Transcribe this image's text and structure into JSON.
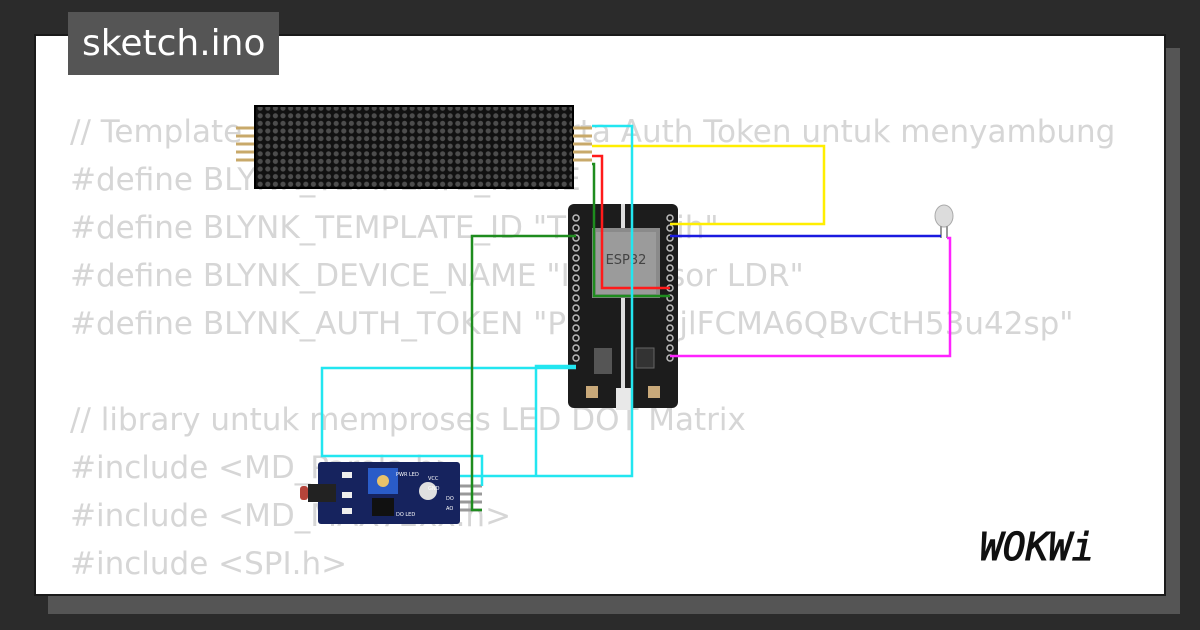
{
  "tab": {
    "title": "sketch.ino"
  },
  "code_lines": [
    "// Template ID, Device Name, serta Auth Token untuk menyambung",
    "#define BLYNK_TEMPLATE_NAME",
    "#define BLYNK_TEMPLATE_ID \"TMPL...Yih\"",
    "#define BLYNK_DEVICE_NAME \"Iot Sensor LDR\"",
    "#define BLYNK_AUTH_TOKEN \"Pr...Ehp_jlFCMA6QBvCtH53u42sp\"",
    "",
    "// library untuk memproses LED DOT Matrix",
    "#include <MD_Parola.h>",
    "#include <MD_MAX72xx.h>",
    "#include <SPI.h>"
  ],
  "board": {
    "label": "ESP32"
  },
  "ldr_module": {
    "pin_labels": [
      "VCC",
      "GND",
      "DO",
      "AO"
    ],
    "led_labels": [
      "PWR LED",
      "DO LED"
    ]
  },
  "logo": {
    "text": "WOKWi"
  },
  "colors": {
    "wire_cyan": "#22e6f0",
    "wire_yellow": "#ffee00",
    "wire_red": "#ff1a1a",
    "wire_green": "#1e8c1e",
    "wire_blue": "#1a1ae0",
    "wire_magenta": "#ff22ff",
    "board": "#1c1c1c",
    "module": "#16235e"
  }
}
